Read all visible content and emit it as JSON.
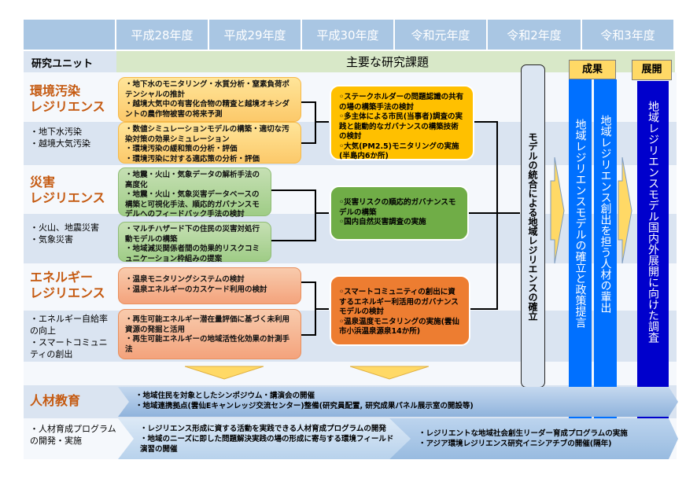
{
  "header": {
    "years": [
      "平成28年度",
      "平成29年度",
      "平成30年度",
      "令和元年度",
      "令和2年度",
      "令和3年度"
    ]
  },
  "unit_label": "研究ユニット",
  "main_topics": "主要な研究課題",
  "outcome_label": "成果",
  "deploy_label": "展開",
  "units": [
    {
      "name": "環境汚染\nレジリエンス",
      "sub": "・地下水汚染\n・越境大気汚染",
      "box1": "・地下水のモニタリング・水質分析・窒素負荷ポテンシャルの推計\n・越境大気中の有害化合物の精査と越境オキシダントの農作物被害の将来予測",
      "box2": "・数値シミュレーションモデルの構築・適切な汚染対策の効果シミュレーション\n・環境汚染の緩和策の分析・評価\n・環境汚染に対する適応策の分析・評価",
      "center": "◦ステークホルダーの問題認識の共有の場の構築手法の検討\n◦多主体による市民(当事者)調査の実践と能動的なガバナンスの構築技術の検討\n◦大気(PM2.5)モニタリングの実施(半島内6か所)"
    },
    {
      "name": "災害\nレジリエンス",
      "sub": "・火山、地震災害\n・気象災害",
      "box1": "・地震・火山・気象データの解析手法の高度化\n・地震・火山・気象災害データベースの構築と可視化手法、順応的ガバナンスモデルへのフィードバック手法の検討",
      "box2": "・マルチハザード下の住民の災害対処行動モデルの構築\n・地域減災関係者間の効果的リスクコミュニケーション枠組みの提案",
      "center": "◦災害リスクの順応的ガバナンスモデルの構築\n◦国内自然災害調査の実施"
    },
    {
      "name": "エネルギー\nレジリエンス",
      "sub": "・エネルギー自給率の向上\n・スマートコミュニティの創出",
      "box1": "・温泉モニタリングシステムの検討\n・温泉エネルギーのカスケード利用の検討",
      "box2": "・再生可能エネルギー潜在量評価に基づく未利用資源の発掘と活用\n・再生可能エネルギーの地域活性化効果の計測手法",
      "center": "◦スマートコミュニティの創出に資するエネルギー利活用のガバナンスモデルの検討\n◦温泉温度モニタリングの実施(雲仙市小浜温泉源泉14か所)"
    }
  ],
  "integration": "モデルの統合による地域レジリエンスの確立",
  "outcomes": [
    "地域レジリエンスモデルの確立と政策提言",
    "地域レジリエンス創出を担う人材の輩出"
  ],
  "deployment": "地域レジリエンスモデル国内外展開に向けた調査",
  "education": {
    "name": "人材教育",
    "sub": "・人材育成プログラムの開発・実施",
    "band1": "・地域住民を対象としたシンポジウム・講演会の開催\n・地域連携拠点(雲仙Eキャンレッジ交流センター)整備(研究員配置, 研究成果パネル展示室の開設等)",
    "band2a": "・レジリエンス形成に資する活動を実践できる人材育成プログラムの開発\n・地域のニーズに即した問題解決実践の場の形成に寄与する環境フィールド演習の開催",
    "band2b": "・レジリエントな地域社会創生リーダー育成プログラムの実施\n・アジア環境レジリエンス研究イニシアチブの開催(隔年)"
  },
  "colors": {
    "header": "#a9c6e3",
    "unit_text": "#c55a11",
    "env_center": "#ffc000",
    "dis_center": "#70ad47",
    "ene_center": "#ed7d31",
    "outcome": "#0070ff",
    "deploy": "#0000cc",
    "label_yellow": "#ffd966"
  }
}
